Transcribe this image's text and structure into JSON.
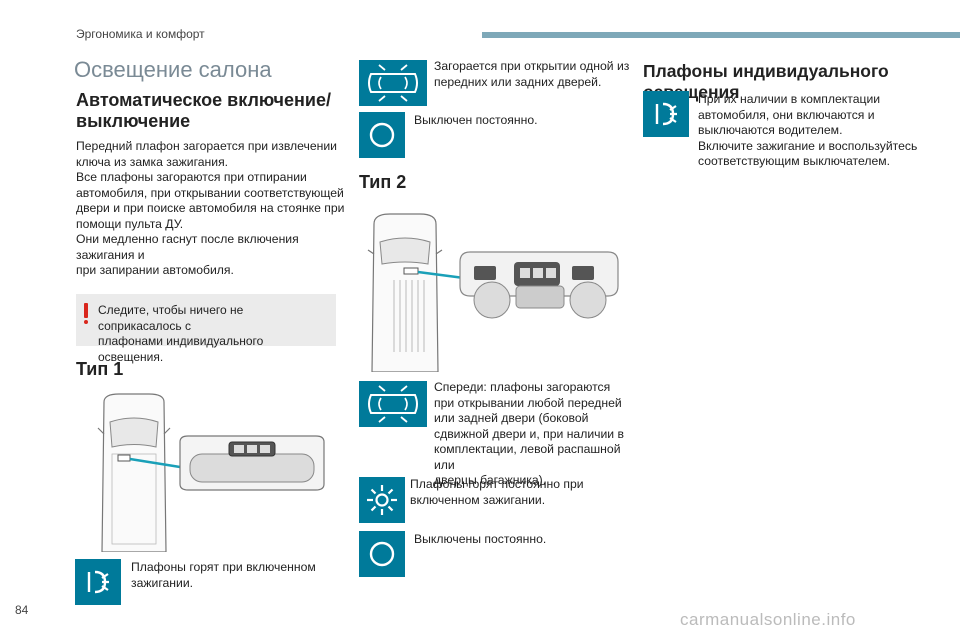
{
  "header": {
    "section": "Эргономика и комфорт"
  },
  "page_number": "84",
  "watermark": "carmanualsonline.info",
  "title": "Освещение салона",
  "auto": {
    "heading_line1": "Автоматическое включение/",
    "heading_line2": "выключение",
    "lines": [
      "Передний плафон загорается при извлечении",
      "ключа из замка зажигания.",
      "Все плафоны загораются при отпирании",
      "автомобиля, при открывании соответствующей",
      "двери и при поиске автомобиля на стоянке при",
      "помощи пульта ДУ.",
      "Они медленно гаснут после включения зажигания и",
      "при запирании автомобиля."
    ]
  },
  "warning": {
    "lines": [
      "Следите, чтобы ничего не соприкасалось с",
      "плафонами индивидуального освещения."
    ]
  },
  "type1": {
    "heading": "Тип 1",
    "on_lines": [
      "Плафоны горят при включенном",
      "зажигании."
    ]
  },
  "type1_right": {
    "doors_lines": [
      "Загорается при открытии одной из",
      "передних или задних дверей."
    ],
    "off_text": "Выключен постоянно."
  },
  "type2": {
    "heading": "Тип 2",
    "doors_lines": [
      "Спереди: плафоны загораются",
      "при открывании любой передней",
      "или задней двери (боковой",
      "сдвижной двери и, при наличии в",
      "комплектации, левой распашной или",
      "дверцы багажника)."
    ],
    "on_lines": [
      "Плафоны горят постоянно при",
      "включенном зажигании."
    ],
    "off_text": "Выключены постоянно."
  },
  "individual": {
    "heading": "Плафоны индивидуального освещения",
    "lines": [
      "При их наличии в комплектации",
      "автомобиля, они включаются и",
      "выключаются водителем.",
      "Включите зажигание и воспользуйтесь",
      "соответствующим выключателем."
    ]
  },
  "colors": {
    "icon_bg": "#007a9a",
    "accent_bar": "#7ea8b8",
    "warning_mark": "#d9261c"
  },
  "icons": {
    "doors": "door-light-icon",
    "off": "circle-off-icon",
    "on": "dome-light-on-icon",
    "sun": "sun-icon"
  }
}
